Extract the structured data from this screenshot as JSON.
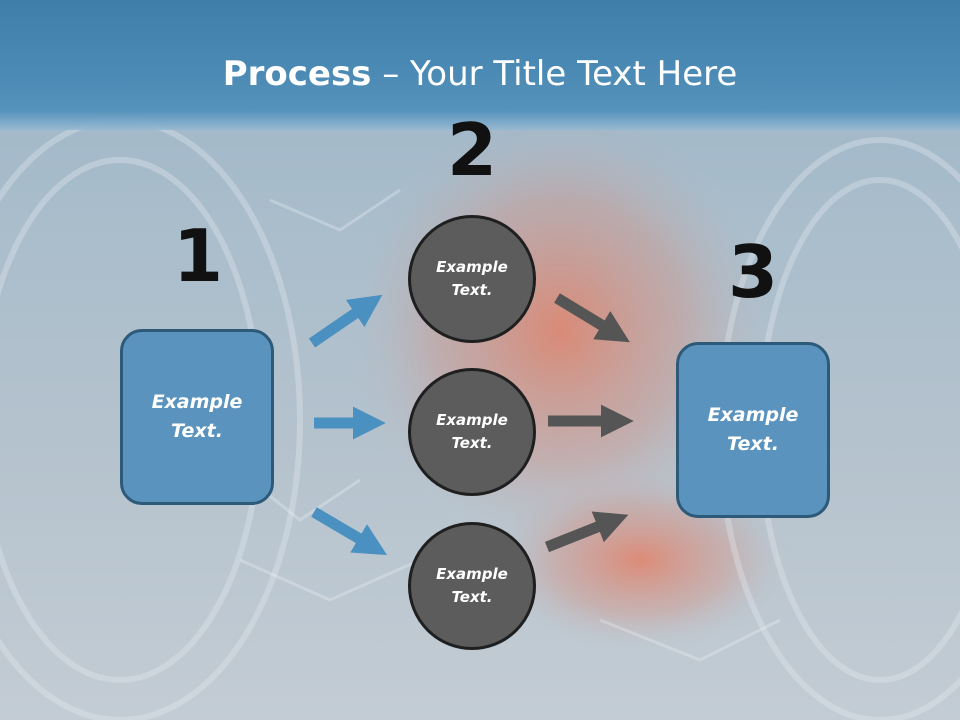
{
  "title": {
    "bold": "Process",
    "rest": " – Your Title Text Here"
  },
  "steps": [
    "1",
    "2",
    "3"
  ],
  "left_box": {
    "text": "Example Text."
  },
  "circles": [
    {
      "text": "Example Text."
    },
    {
      "text": "Example Text."
    },
    {
      "text": "Example Text."
    }
  ],
  "right_box": {
    "text": "Example Text."
  },
  "colors": {
    "title_bar": "#4b8ab4",
    "box_fill": "#5a93bd",
    "box_border": "#2e5a7a",
    "circle_fill": "#5c5c5c",
    "circle_border": "#1f1f1f",
    "blue_arrow": "#4a90c0",
    "gray_arrow": "#555555"
  }
}
